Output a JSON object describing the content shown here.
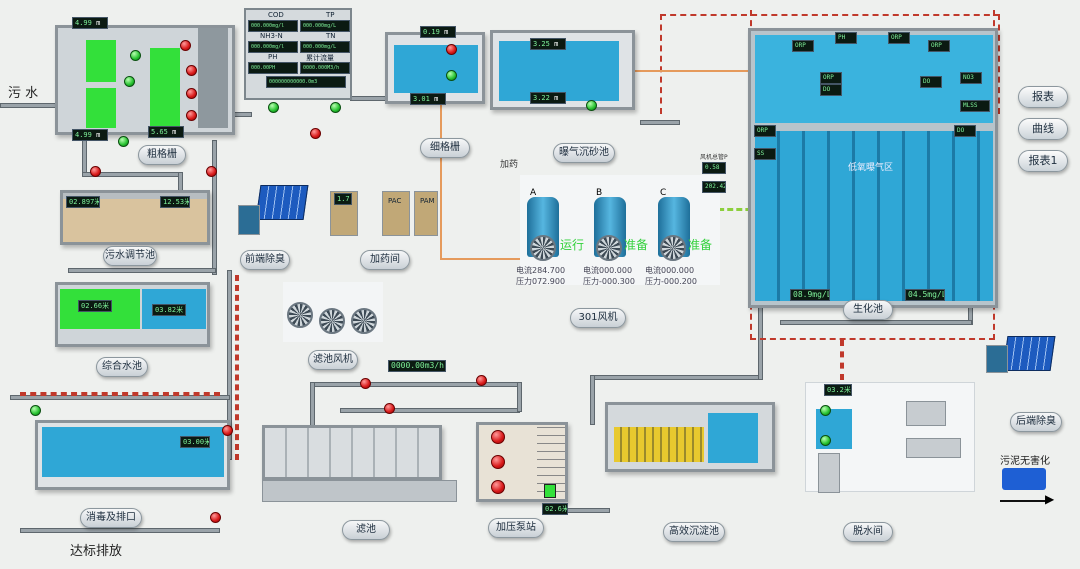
{
  "inlet_label": "污 水",
  "outlet_label": "达标排放",
  "corner_text": "",
  "coarse_screen": {
    "label": "粗格栅",
    "level_top": "4.99",
    "level_top_unit": "m",
    "level_bottom": "4.99",
    "level_bottom_unit": "m",
    "level_right": "5.65",
    "level_right_unit": "m"
  },
  "monitor_panel": {
    "headers": [
      "COD",
      "TP",
      "NH3-N",
      "TN",
      "PH",
      "累计流量"
    ],
    "values": [
      "000.000mg/l",
      "000.000mg/L",
      "000.000mg/l",
      "000.000mg/L",
      "000.00PH",
      "0000.000M3/h"
    ],
    "total": "000000000000.0m3"
  },
  "fine_screen": {
    "label": "细格栅",
    "level_top": "0.19",
    "level_top_unit": "m",
    "level_bottom": "3.01",
    "level_bottom_unit": "m"
  },
  "grit_chamber": {
    "label": "曝气沉砂池",
    "level_top": "3.25",
    "level_top_unit": "m",
    "level_bottom": "3.22",
    "level_bottom_unit": "m"
  },
  "equalization": {
    "label": "污水调节池",
    "left_value": "02.897米",
    "right_value": "12.53米"
  },
  "pre_deodor": {
    "label": "前端除臭"
  },
  "dosing": {
    "label": "加药间",
    "chem1": "PAC",
    "chem2": "PAM"
  },
  "dosing_tag": "加药",
  "blower_room": {
    "label": "301风机",
    "blowers": [
      {
        "id": "A",
        "state": "运行",
        "current": "电流284.700",
        "pressure": "压力072.900"
      },
      {
        "id": "B",
        "state": "准备",
        "current": "电流000.000",
        "pressure": "压力-000.300"
      },
      {
        "id": "C",
        "state": "准备",
        "current": "电流000.000",
        "pressure": "压力-000.200"
      }
    ],
    "header_label": "风机总管P",
    "header_values": [
      "0.58",
      "202.42"
    ]
  },
  "bio_tank": {
    "label": "生化池",
    "zone_label": "低氧曝气区",
    "do_left": "08.9mg/L",
    "do_right": "04.5mg/L",
    "orp_tags": [
      "ORP",
      "PH",
      "ORP",
      "ORP",
      "ORP",
      "DO",
      "DO",
      "NO3",
      "MLSS",
      "ORP",
      "DO",
      "SS"
    ]
  },
  "side_buttons": [
    {
      "label": "报表"
    },
    {
      "label": "曲线"
    },
    {
      "label": "报表1"
    }
  ],
  "combined_pool": {
    "label": "综合水池",
    "left_value": "02.66米",
    "right_value": "03.82米"
  },
  "backwash_fan": {
    "label": "滤池风机"
  },
  "flow_meter": {
    "value": "0000.00m3/h"
  },
  "filter": {
    "label": "滤池"
  },
  "pump_station": {
    "label": "加压泵站",
    "level": "02.6米",
    "scale": [
      "10",
      "9",
      "8",
      "7",
      "6",
      "5",
      "4",
      "3",
      "2",
      "1"
    ]
  },
  "high_eff_settling": {
    "label": "高效沉淀池"
  },
  "disinfection": {
    "label": "消毒及排口",
    "value": "03.00米"
  },
  "dewatering": {
    "label": "脱水间",
    "value": "03.2米"
  },
  "post_deodor": {
    "label": "后端除臭"
  },
  "sludge_label": "污泥无害化",
  "colors": {
    "water": "#2fa7d6",
    "green_water": "#33e03a",
    "accent_pipe": "#c0392b",
    "lcd": "#7ff29a"
  }
}
